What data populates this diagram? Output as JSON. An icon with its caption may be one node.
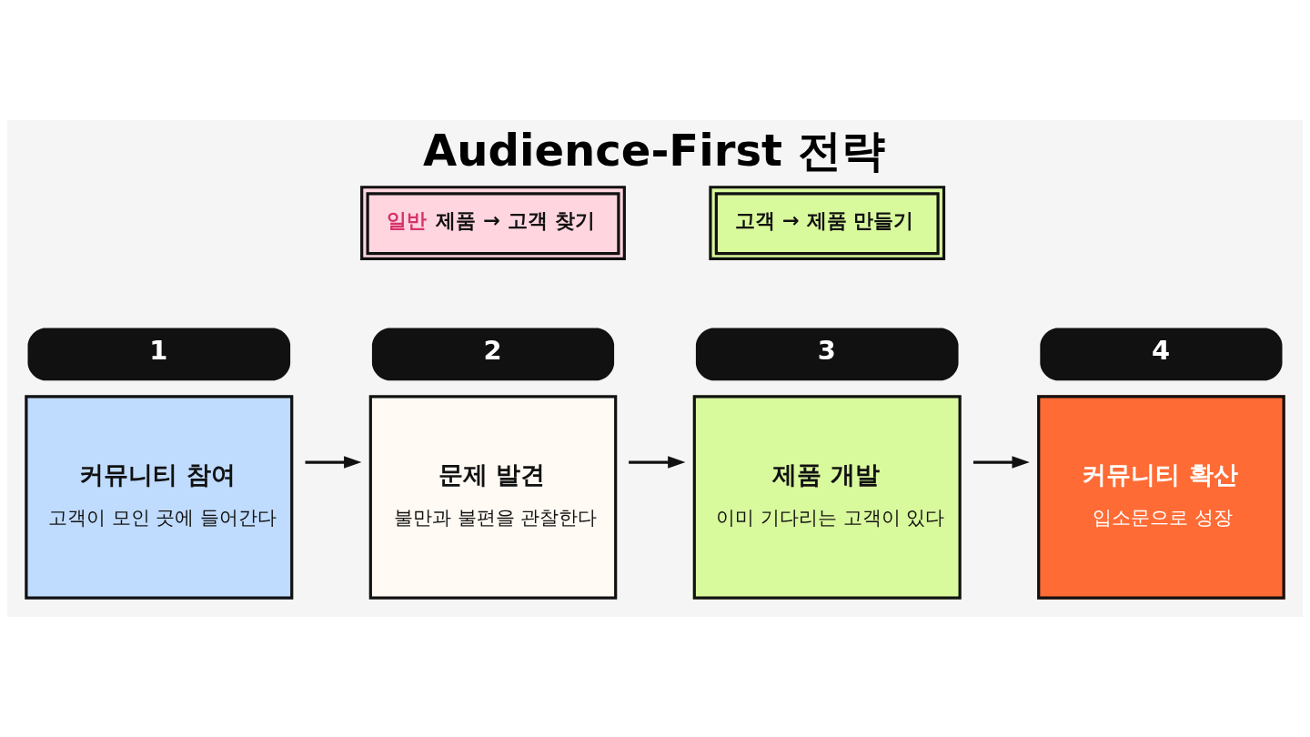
{
  "diagram": {
    "title": "Audience-First 전략",
    "nodes": [
      {
        "text": [
          "커뮤니티 참여",
          "고객이 모인 곳에 들어간다"
        ],
        "beside": [
          "1"
        ]
      },
      {
        "text": [
          "문제 발견",
          "불만과 불편을 관찰한다"
        ],
        "beside": [
          "2"
        ]
      },
      {
        "text": [
          "제품 개발",
          "이미 기다리는 고객이 있다"
        ],
        "beside": [
          "3"
        ]
      },
      {
        "text": [
          "커뮤니티 확산",
          "입소문으로 성장"
        ],
        "beside": [
          "4"
        ]
      },
      {
        "text": [
          "일반",
          "제품 → 고객 찾기"
        ]
      },
      {
        "text": [
          "고객 → 제품 만들기"
        ]
      }
    ],
    "edges": [
      {
        "from": 0,
        "to": 1,
        "arrow": "to"
      },
      {
        "from": 1,
        "to": 2,
        "arrow": "to"
      },
      {
        "from": 2,
        "to": 3,
        "arrow": "to"
      }
    ]
  }
}
